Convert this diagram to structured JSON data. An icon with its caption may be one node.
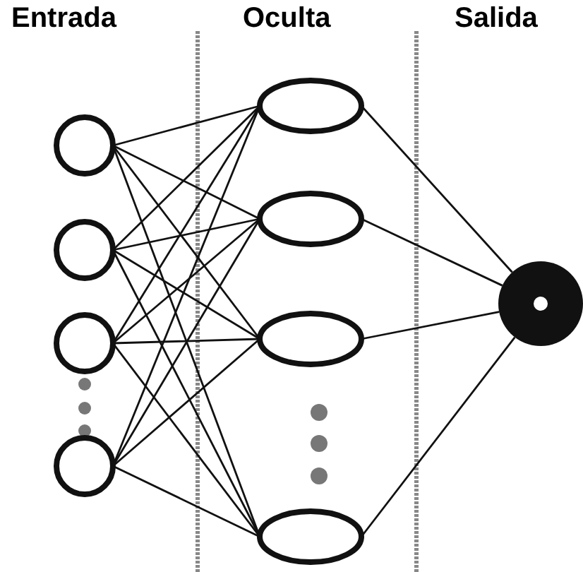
{
  "diagram": {
    "nodes": [
      {
        "text": [],
        "shape": "circle"
      },
      {
        "text": [],
        "shape": "circle"
      },
      {
        "text": [],
        "shape": "circle"
      },
      {
        "text": [],
        "shape": "circle"
      },
      {
        "text": [],
        "shape": "ellipse"
      },
      {
        "text": [],
        "shape": "ellipse"
      },
      {
        "text": [],
        "shape": "ellipse"
      },
      {
        "text": [],
        "shape": "ellipse"
      },
      {
        "text": [],
        "shape": "circle"
      }
    ],
    "edges": [
      {
        "from": 0,
        "to": 4,
        "arrow": "none"
      },
      {
        "from": 0,
        "to": 5,
        "arrow": "none"
      },
      {
        "from": 0,
        "to": 6,
        "arrow": "none"
      },
      {
        "from": 0,
        "to": 7,
        "arrow": "none"
      },
      {
        "from": 1,
        "to": 4,
        "arrow": "none"
      },
      {
        "from": 1,
        "to": 5,
        "arrow": "none"
      },
      {
        "from": 1,
        "to": 6,
        "arrow": "none"
      },
      {
        "from": 1,
        "to": 7,
        "arrow": "none"
      },
      {
        "from": 2,
        "to": 4,
        "arrow": "none"
      },
      {
        "from": 2,
        "to": 5,
        "arrow": "none"
      },
      {
        "from": 2,
        "to": 6,
        "arrow": "none"
      },
      {
        "from": 2,
        "to": 7,
        "arrow": "none"
      },
      {
        "from": 3,
        "to": 4,
        "arrow": "none"
      },
      {
        "from": 3,
        "to": 5,
        "arrow": "none"
      },
      {
        "from": 3,
        "to": 6,
        "arrow": "none"
      },
      {
        "from": 3,
        "to": 7,
        "arrow": "none"
      },
      {
        "from": 4,
        "to": 8,
        "arrow": "none"
      },
      {
        "from": 5,
        "to": 8,
        "arrow": "none"
      },
      {
        "from": 6,
        "to": 8,
        "arrow": "none"
      },
      {
        "from": 7,
        "to": 8,
        "arrow": "none"
      }
    ],
    "labels": [
      "Entrada",
      "Oculta",
      "Salida"
    ]
  }
}
